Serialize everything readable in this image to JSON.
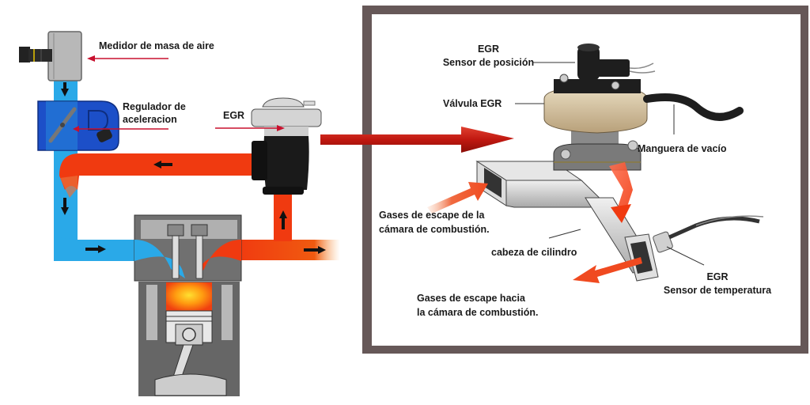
{
  "left_diagram": {
    "labels": {
      "mass_air_meter": "Medidor de masa de aire",
      "throttle_regulator_line1": "Regulador de",
      "throttle_regulator_line2": "aceleracion",
      "egr": "EGR"
    }
  },
  "right_diagram": {
    "labels": {
      "position_sensor_line1": "EGR",
      "position_sensor_line2": "Sensor de posición",
      "egr_valve": "Válvula EGR",
      "vacuum_hose": "Manguera de vacío",
      "exhaust_from_line1": "Gases de escape de la",
      "exhaust_from_line2": "cámara de combustión.",
      "cylinder_head": "cabeza de cilindro",
      "temp_sensor_line1": "EGR",
      "temp_sensor_line2": "Sensor de temperatura",
      "exhaust_to_line1": "Gases de escape hacia",
      "exhaust_to_line2": "la cámara de combustión."
    }
  },
  "colors": {
    "intake_air": "#2aa9e8",
    "exhaust": "#f03a10",
    "throttle_body": "#1c4fc8",
    "frame": "#665858",
    "big_arrow": "#c41a10",
    "pointer_arrow": "#c8102e"
  }
}
